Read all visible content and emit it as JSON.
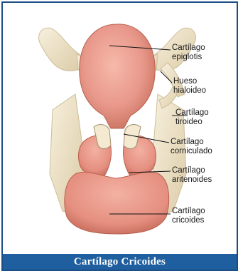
{
  "labels": {
    "epiglottis": "Cartílago\nepiglotis",
    "hyoid": "Hueso\nhialoideo",
    "thyroid": "Cartílago\ntiroideo",
    "corniculate": "Cartílago\ncorniculado",
    "arytenoid": "Cartílago\naritenoides",
    "cricoid": "Cartílago\ncricoides"
  },
  "caption": "Cartílago Cricoides",
  "colors": {
    "frame_border": "#1b4f86",
    "caption_bg": "#1f5e9f",
    "cartilage_pink": "#e8988a",
    "cartilage_shadow": "#c9705f",
    "bone_cream": "#f1e7cf",
    "bone_shadow": "#d7c8a6"
  }
}
